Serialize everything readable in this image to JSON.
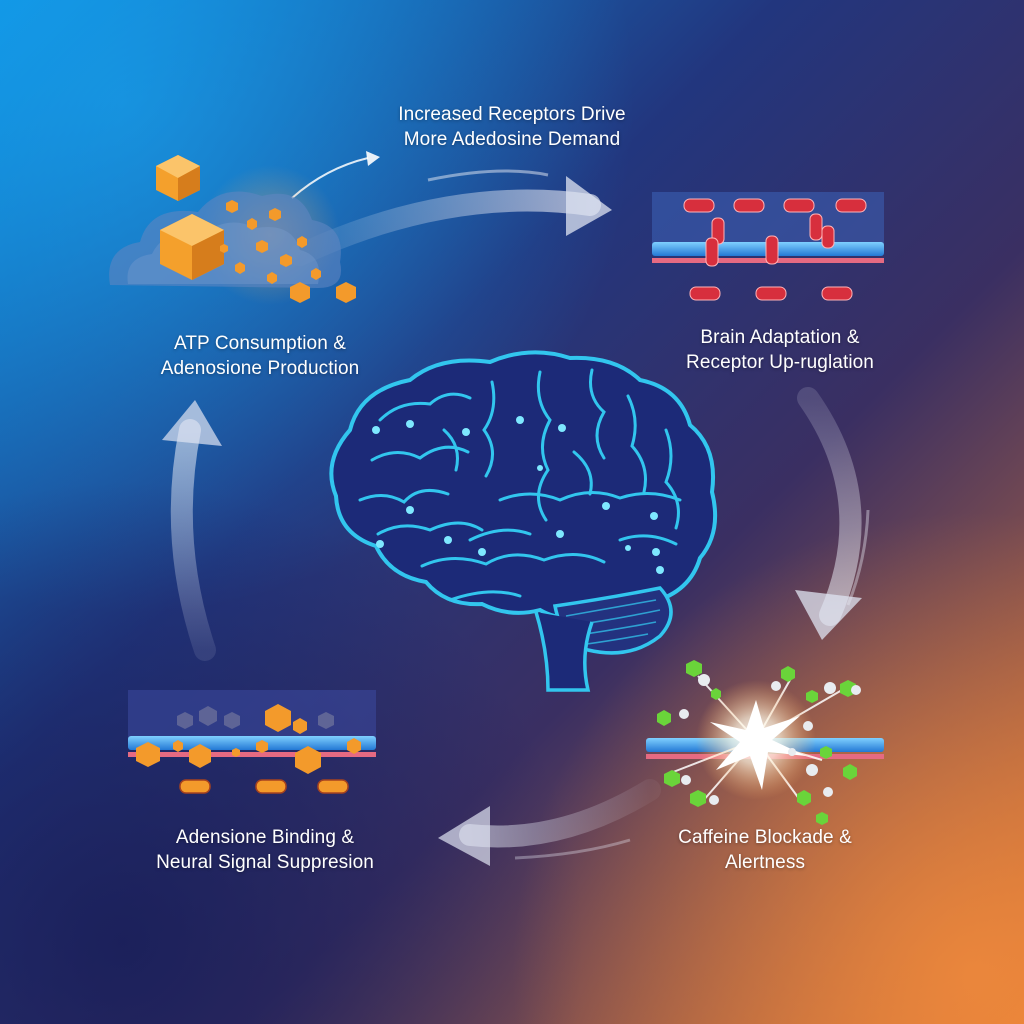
{
  "colors": {
    "bg_top_left": "#0c8fe0",
    "bg_mid": "#203070",
    "bg_bottom_right": "#e07a34",
    "brain_stroke": "#32c6ee",
    "brain_fill": "#1c2a78",
    "adenosine": "#f39a2b",
    "receptor": "#d72f3d",
    "caffeine": "#6ad43a",
    "membrane": "#2f9be6",
    "arrow": "#e8ecf6"
  },
  "labels": {
    "top": {
      "line1": "Increased Receptors Drive",
      "line2": "More Adedosine Demand"
    },
    "atp": {
      "line1": "ATP Consumption &",
      "line2": "Adenosione Production"
    },
    "brain": {
      "line1": "Brain Adaptation &",
      "line2": "Receptor Up-ruglation"
    },
    "binding": {
      "line1": "Adensione Binding &",
      "line2": "Neural Signal Suppresion"
    },
    "caffeine": {
      "line1": "Caffeine Blockade &",
      "line2": "Alertness"
    }
  },
  "icons": {
    "atp": "adenosine-cloud-icon",
    "brain_stage": "receptor-membrane-icon",
    "caffeine": "caffeine-burst-icon",
    "binding": "adenosine-membrane-icon",
    "center": "brain-icon"
  }
}
